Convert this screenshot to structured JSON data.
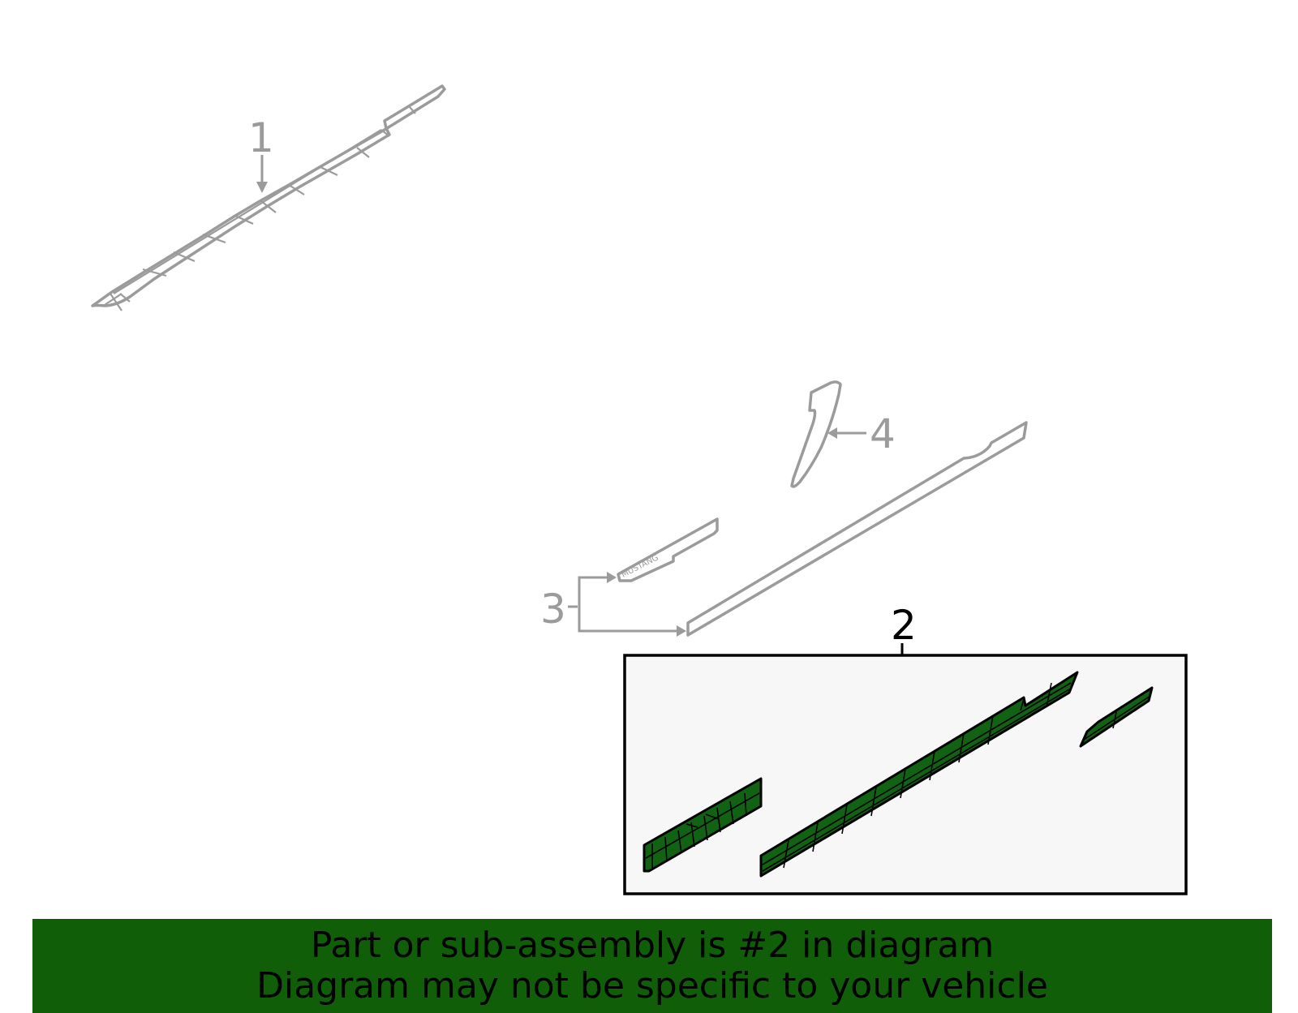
{
  "callouts": {
    "part1": "1",
    "part2": "2",
    "part3": "3",
    "part4": "4"
  },
  "parts": [
    {
      "number": "1",
      "highlighted": false
    },
    {
      "number": "2",
      "highlighted": true
    },
    {
      "number": "3",
      "highlighted": false
    },
    {
      "number": "4",
      "highlighted": false
    }
  ],
  "emblem_text": "MUSTANG",
  "banner": {
    "line1": "Part or sub-assembly is #2 in diagram",
    "line2": "Diagram may not be specific to your vehicle"
  },
  "colors": {
    "highlight_green": "#126214",
    "banner_green": "#105e08",
    "part_gray": "#9b9b9b",
    "box_fill": "#f7f7f7"
  }
}
